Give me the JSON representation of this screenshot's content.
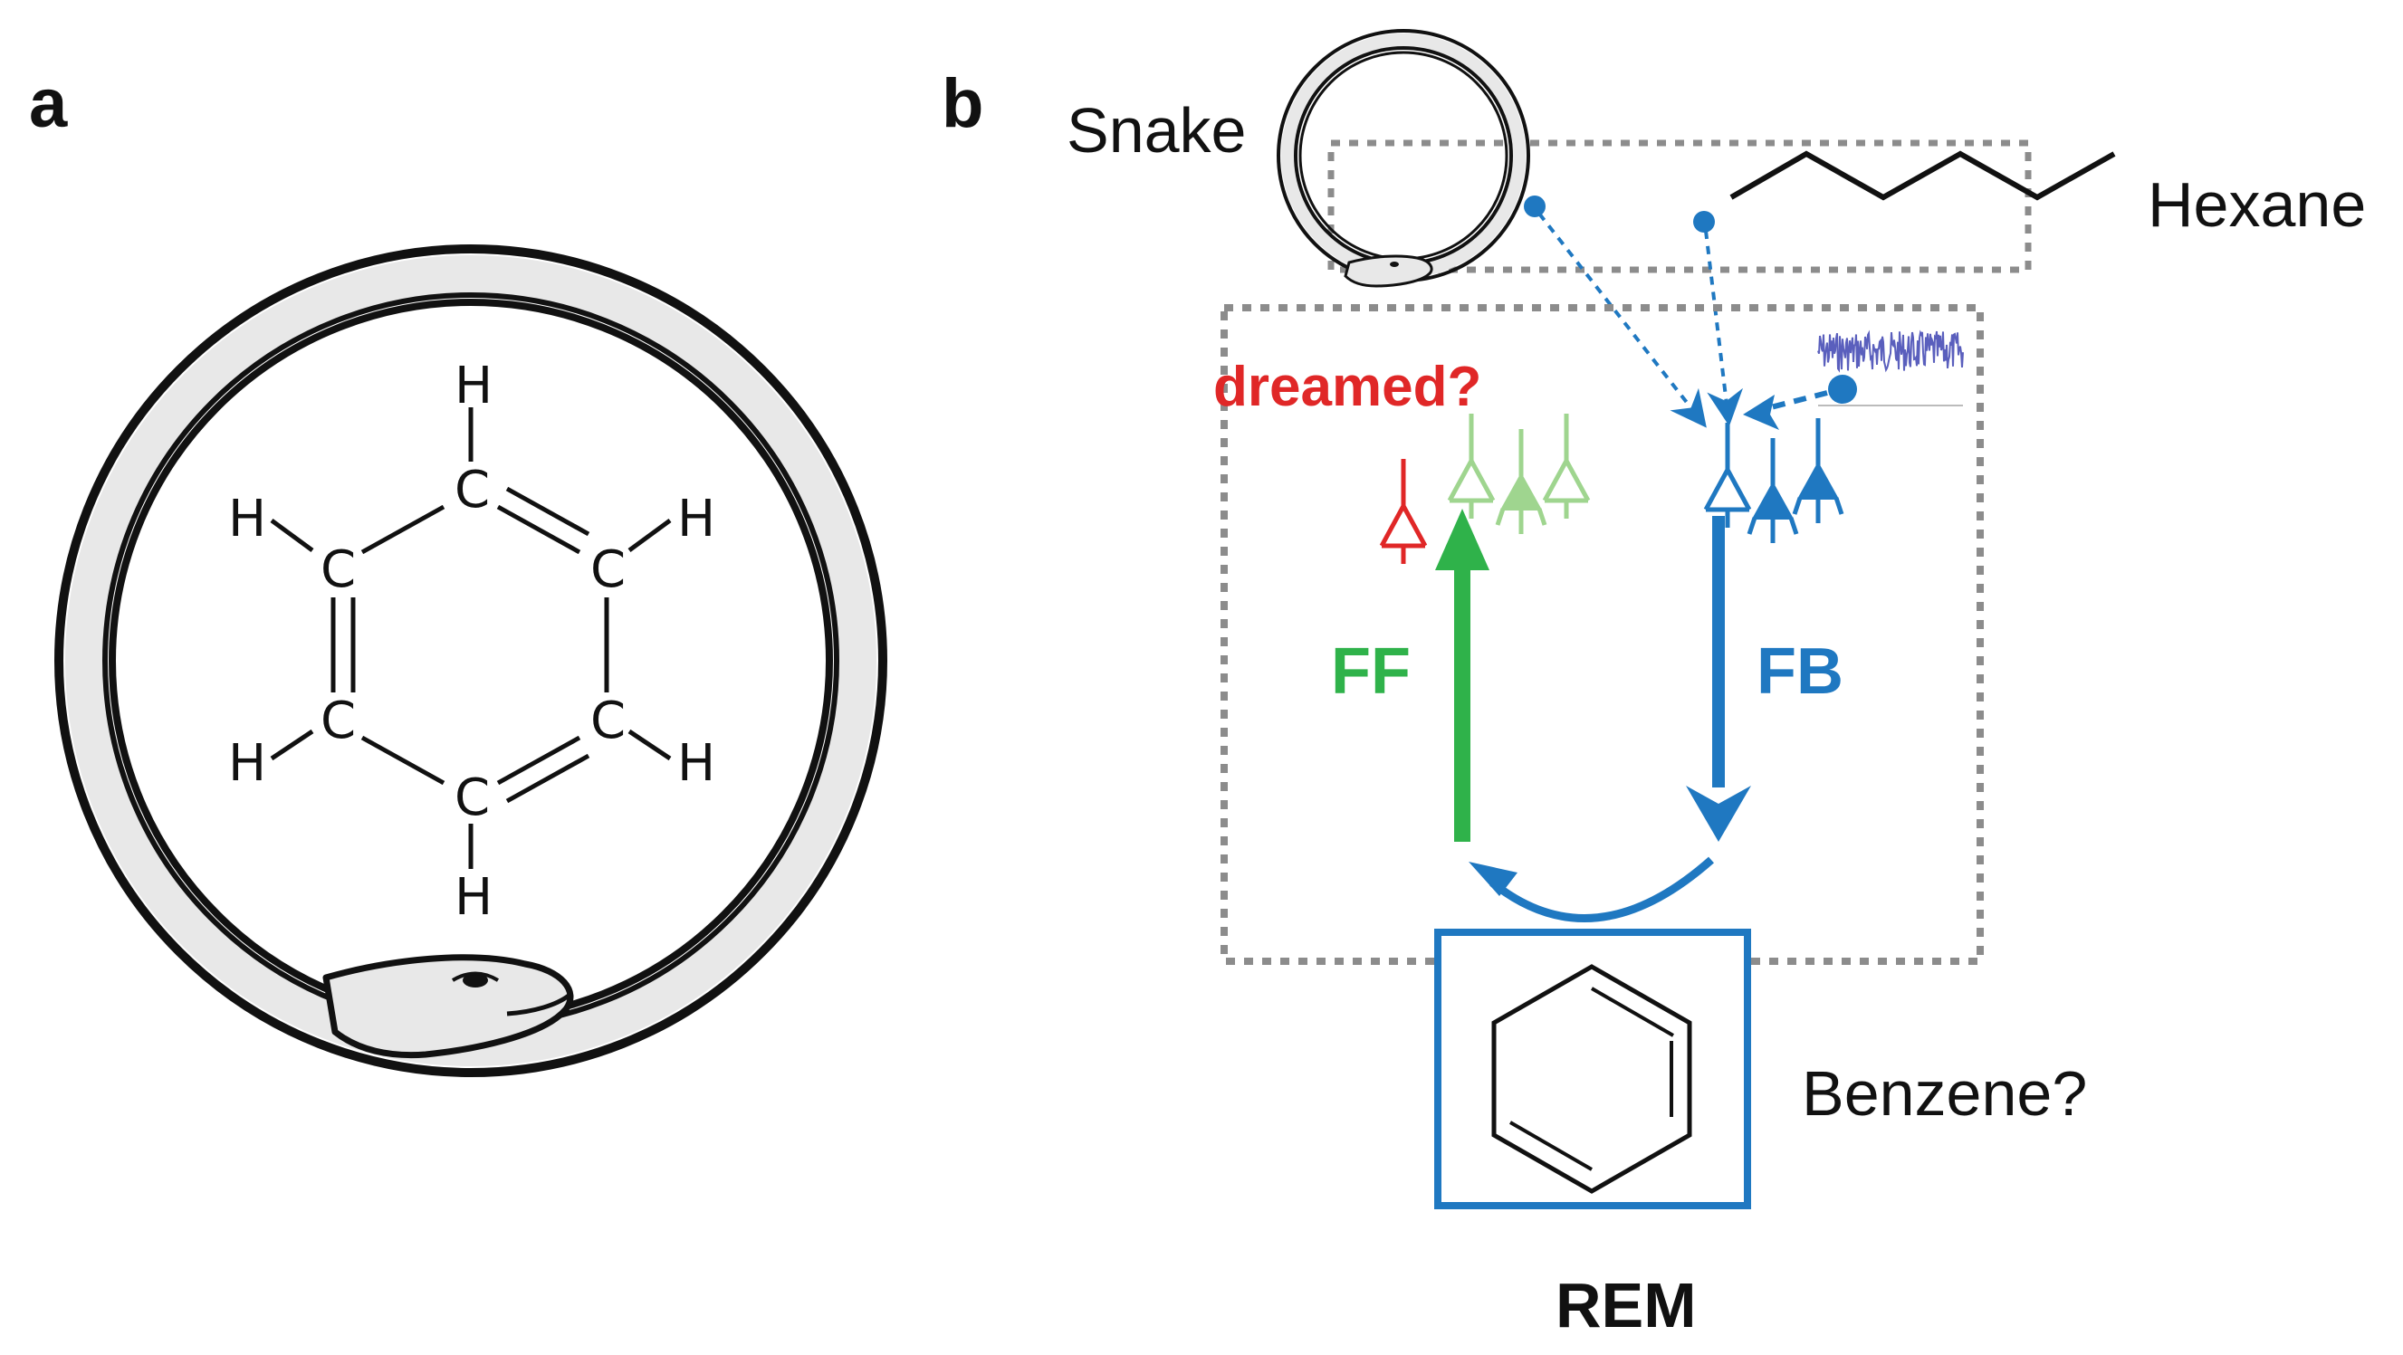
{
  "panels": {
    "a": {
      "label": "a"
    },
    "b": {
      "label": "b"
    }
  },
  "benzene_structure": {
    "hydrogen_symbol": "H",
    "carbon_symbol": "C"
  },
  "labels": {
    "snake": "Snake",
    "hexane": "Hexane",
    "dreamed": "dreamed?",
    "ff": "FF",
    "fb": "FB",
    "benzene": "Benzene?",
    "rem": "REM"
  },
  "colors": {
    "green": "#2fb24a",
    "light_green": "#9fd58f",
    "blue": "#1f78c1",
    "red": "#e02727",
    "gray_dash": "#8c8c8c",
    "noise": "#5a5fbd",
    "ink": "#111111",
    "snake_fill": "#e8e8e8"
  },
  "icons": {
    "ouroboros": "ouroboros-snake-icon",
    "neuron": "pyramidal-neuron-icon",
    "noise": "noise-trace-icon"
  }
}
